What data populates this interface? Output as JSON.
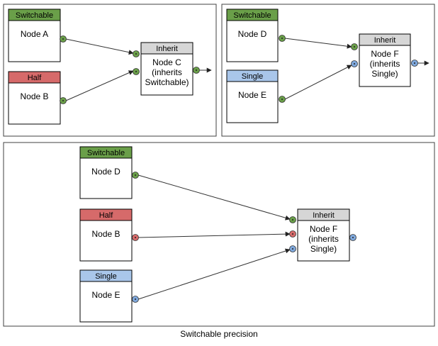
{
  "colors": {
    "switchable": "#6a9f49",
    "half": "#d66a6a",
    "single": "#a9c6ea",
    "inherit": "#d6d6d6",
    "port_green": "#6a9f49",
    "port_red": "#d66a6a",
    "port_blue": "#7fa8dc"
  },
  "caption": "Switchable precision",
  "panels": [
    {
      "name": "panel-top-left",
      "nodes": [
        {
          "id": "a",
          "header": "Switchable",
          "tone": "switchable",
          "body": [
            "Node A"
          ]
        },
        {
          "id": "b",
          "header": "Half",
          "tone": "half",
          "body": [
            "Node B"
          ]
        },
        {
          "id": "c",
          "header": "Inherit",
          "tone": "inherit",
          "body": [
            "Node C",
            "(inherits",
            "Switchable)"
          ]
        }
      ]
    },
    {
      "name": "panel-top-right",
      "nodes": [
        {
          "id": "d",
          "header": "Switchable",
          "tone": "switchable",
          "body": [
            "Node D"
          ]
        },
        {
          "id": "e",
          "header": "Single",
          "tone": "single",
          "body": [
            "Node E"
          ]
        },
        {
          "id": "f",
          "header": "Inherit",
          "tone": "inherit",
          "body": [
            "Node F",
            "(inherits",
            "Single)"
          ]
        }
      ]
    },
    {
      "name": "panel-bottom",
      "nodes": [
        {
          "id": "d",
          "header": "Switchable",
          "tone": "switchable",
          "body": [
            "Node D"
          ]
        },
        {
          "id": "b",
          "header": "Half",
          "tone": "half",
          "body": [
            "Node B"
          ]
        },
        {
          "id": "e",
          "header": "Single",
          "tone": "single",
          "body": [
            "Node E"
          ]
        },
        {
          "id": "f",
          "header": "Inherit",
          "tone": "inherit",
          "body": [
            "Node F",
            "(inherits",
            "Single)"
          ]
        }
      ]
    }
  ]
}
